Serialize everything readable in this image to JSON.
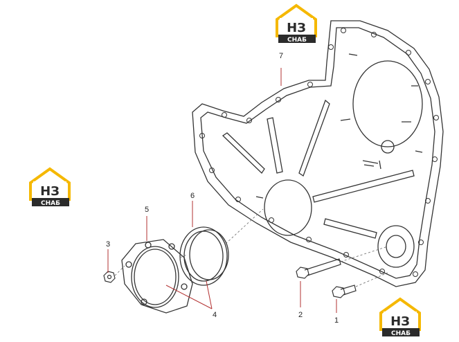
{
  "logos": [
    {
      "top": "НЗ",
      "bottom": "СНАБ"
    },
    {
      "top": "НЗ",
      "bottom": "СНАБ"
    },
    {
      "top": "НЗ",
      "bottom": "СНАБ"
    }
  ],
  "callouts": {
    "c1": "1",
    "c2": "2",
    "c3": "3",
    "c4": "4",
    "c5": "5",
    "c6": "6",
    "c7": "7"
  },
  "colors": {
    "logo_accent": "#f5b800",
    "logo_dark": "#2b2b2b",
    "line": "#333333"
  }
}
